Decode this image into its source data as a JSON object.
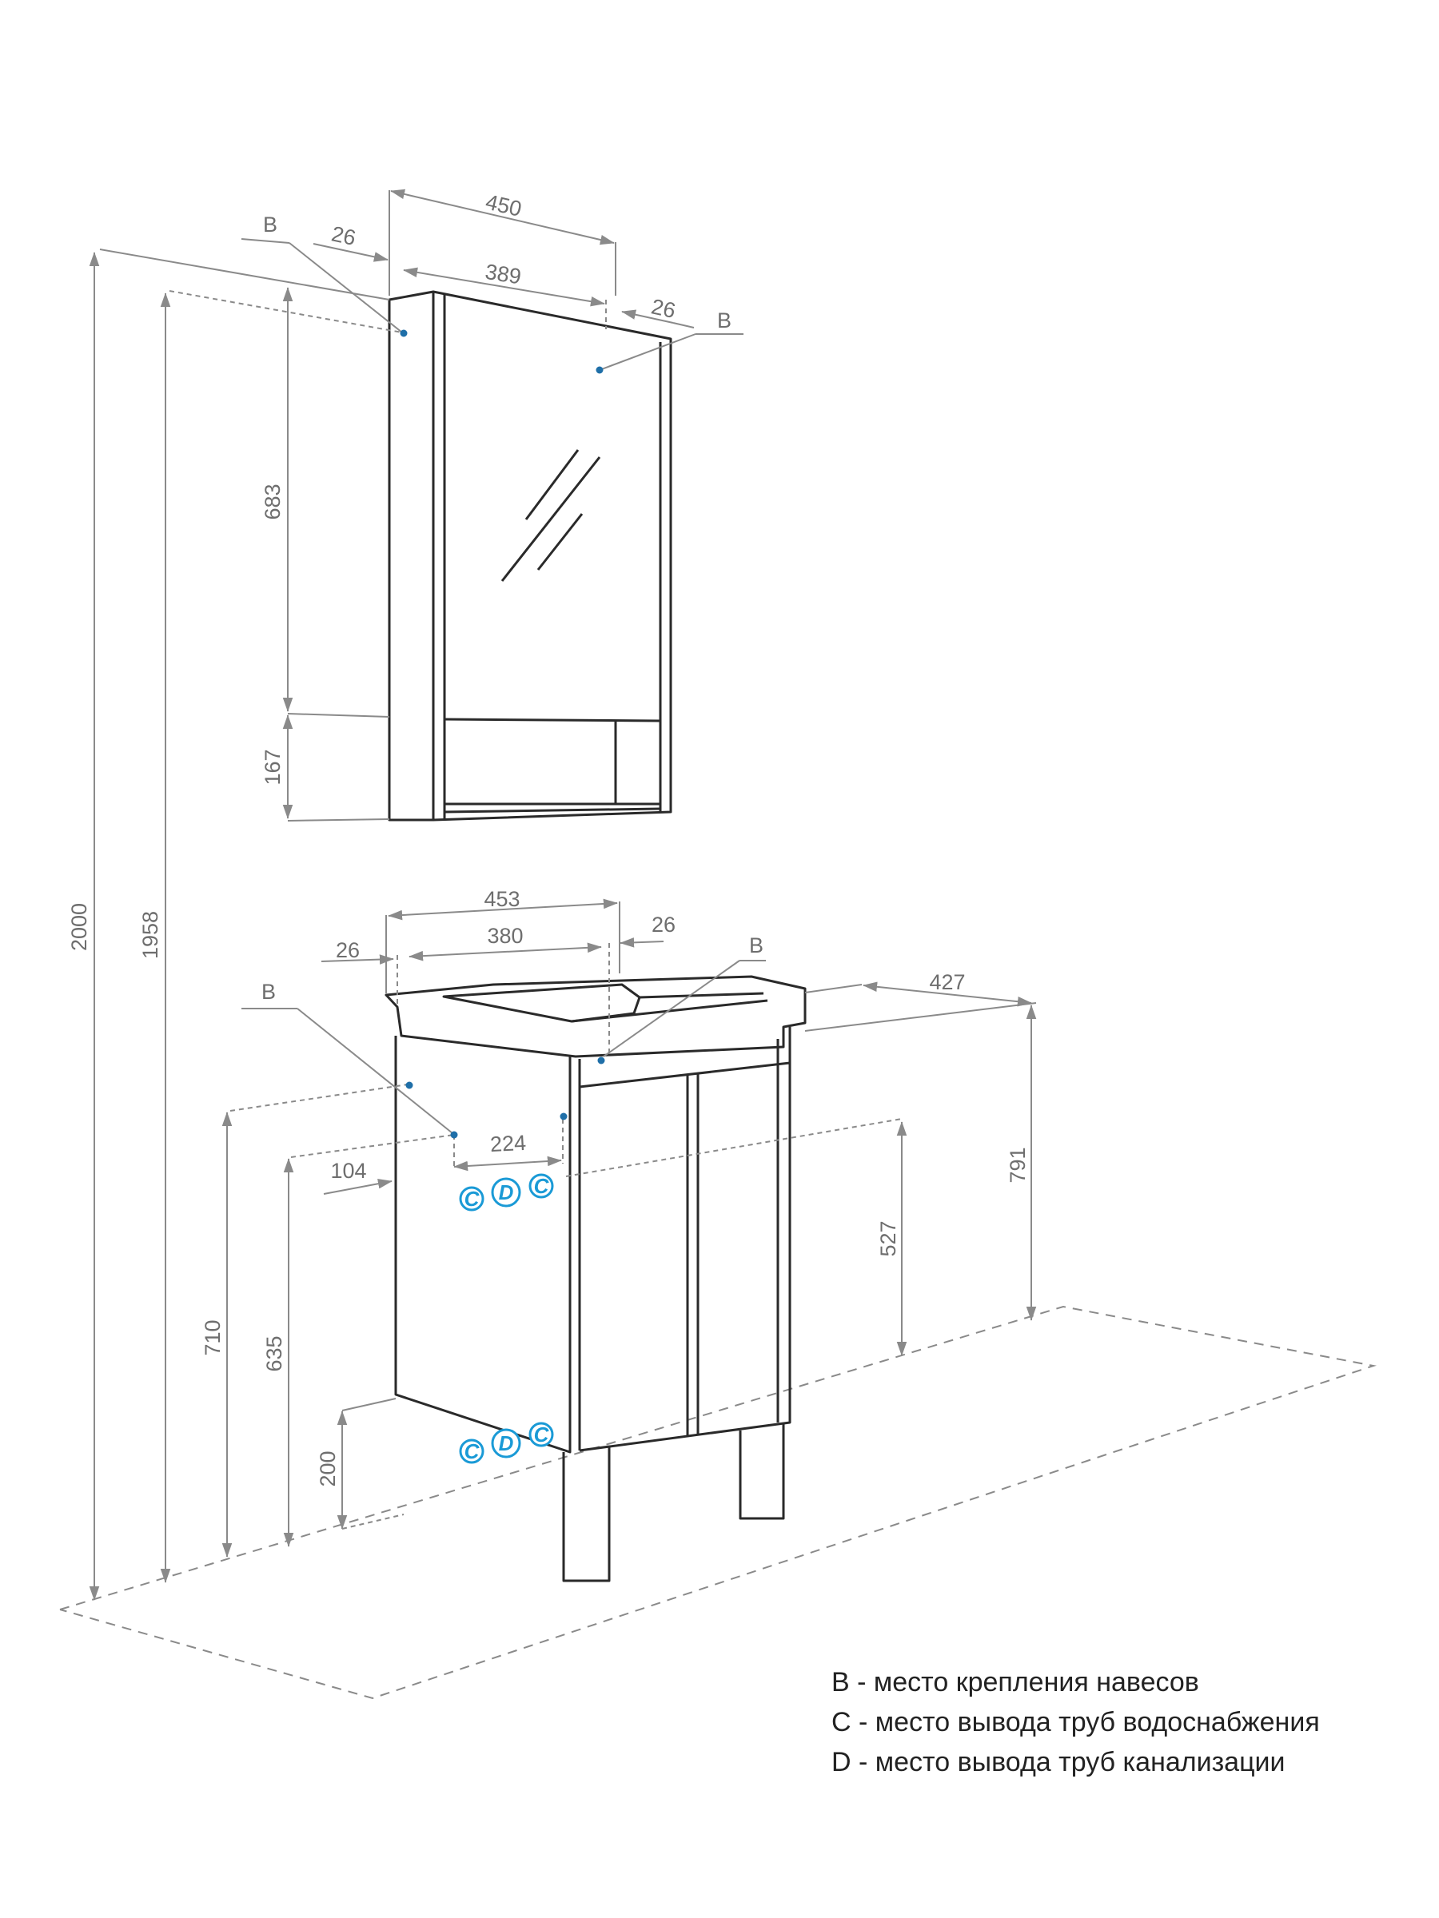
{
  "colors": {
    "outline": "#2a2a2a",
    "dimension": "#8a8a8a",
    "dimension_text": "#6e6e6e",
    "mount_point": "#1f6fa8",
    "cdc_accent": "#1a9ad6",
    "legend_text": "#222222"
  },
  "mirror_cabinet": {
    "width_total": "450",
    "width_inner": "389",
    "offset_left": "26",
    "offset_right": "26",
    "height_upper": "683",
    "height_lower": "167",
    "mount_left": "B",
    "mount_right": "B"
  },
  "vanity": {
    "width_total": "453",
    "width_inner": "380",
    "offset_left": "26",
    "offset_right": "26",
    "depth": "427",
    "height_total": "791",
    "pipe_height": "527",
    "pipe_spacing": "224",
    "pipe_side_offset": "104",
    "mount_left": "B",
    "mount_right": "B",
    "outlet_upper": [
      "C",
      "D",
      "C"
    ],
    "outlet_lower": [
      "C",
      "D",
      "C"
    ]
  },
  "heights": {
    "total": "2000",
    "mirror_mount": "1958",
    "vanity_mount": "710",
    "pipe_outlet": "635",
    "floor_outlet": "200"
  },
  "legend": [
    "B - место крепления навесов",
    "C - место вывода труб водоснабжения",
    "D - место вывода труб канализации"
  ]
}
